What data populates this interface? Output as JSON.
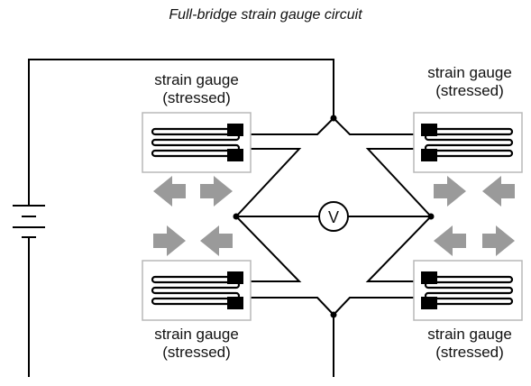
{
  "title": "Full-bridge strain gauge circuit",
  "meter_label": "V",
  "gauges": [
    {
      "id": "top-left",
      "line1": "strain gauge",
      "line2": "(stressed)"
    },
    {
      "id": "top-right",
      "line1": "strain gauge",
      "line2": "(stressed)"
    },
    {
      "id": "bottom-left",
      "line1": "strain gauge",
      "line2": "(stressed)"
    },
    {
      "id": "bottom-right",
      "line1": "strain gauge",
      "line2": "(stressed)"
    }
  ],
  "colors": {
    "line": "#000000",
    "arrow": "#9a9a9a",
    "gauge_border": "#b8b8b8"
  }
}
